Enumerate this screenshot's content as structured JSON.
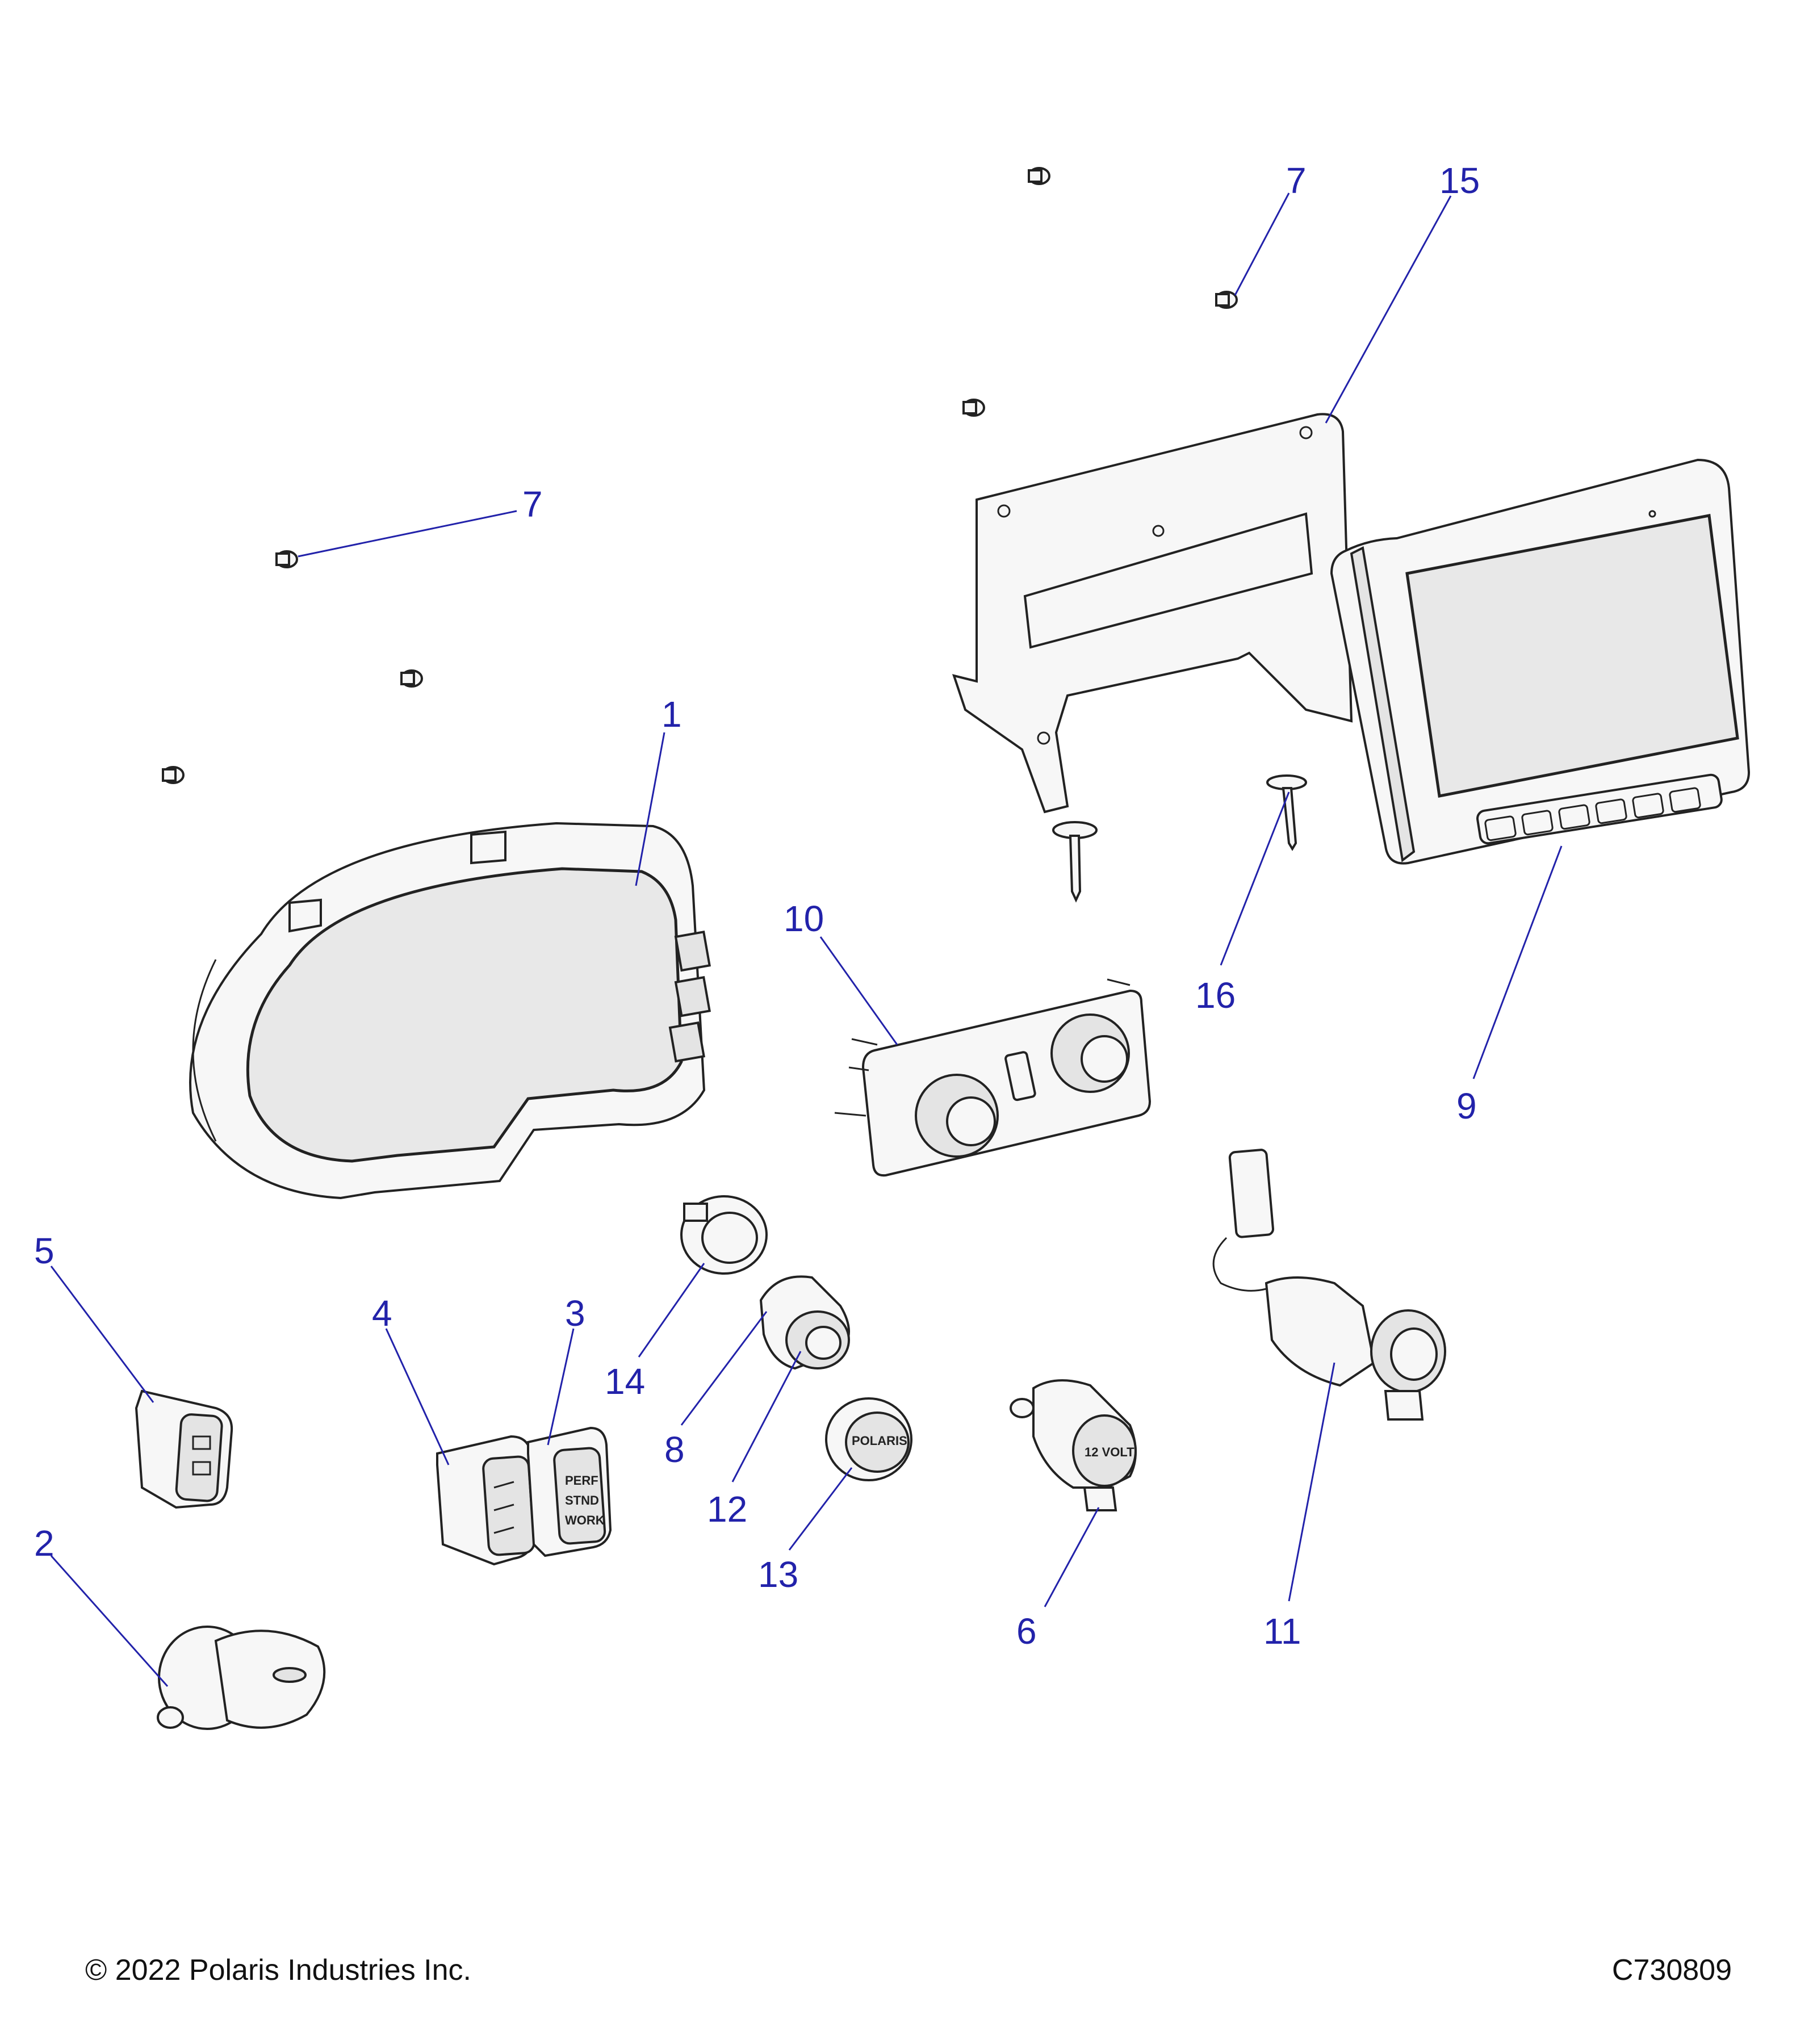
{
  "footer": {
    "copyright": "© 2022 Polaris Industries Inc.",
    "figure_id": "C730809"
  },
  "callouts": {
    "c1": "1",
    "c2": "2",
    "c3": "3",
    "c4": "4",
    "c5": "5",
    "c6": "6",
    "c7a": "7",
    "c7b": "7",
    "c8": "8",
    "c9": "9",
    "c10": "10",
    "c11": "11",
    "c12": "12",
    "c13": "13",
    "c14": "14",
    "c15": "15",
    "c16": "16"
  },
  "part_labels": {
    "rocker_3_line1": "PERF",
    "rocker_3_line2": "STND",
    "rocker_3_line3": "WORK",
    "outlet_6": "12 VOLT",
    "cap_13": "POLARIS"
  }
}
